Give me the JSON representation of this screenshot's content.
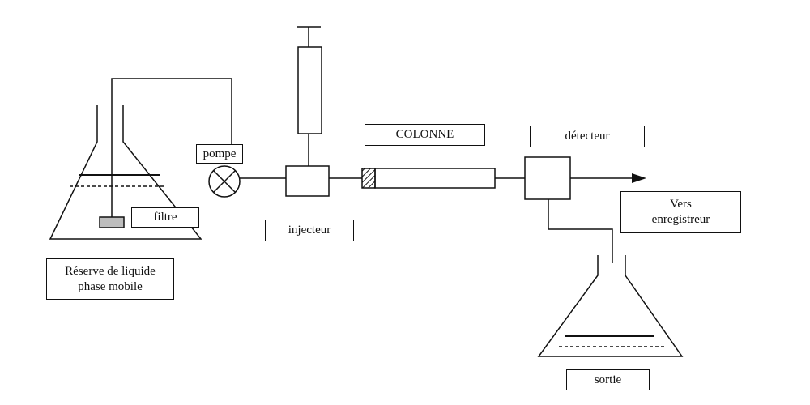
{
  "labels": {
    "pompe": "pompe",
    "filtre": "filtre",
    "reserve_line1": "Réserve de liquide",
    "reserve_line2": "phase mobile",
    "injecteur": "injecteur",
    "colonne": "COLONNE",
    "detecteur": "détecteur",
    "vers_line1": "Vers",
    "vers_line2": "enregistreur",
    "sortie": "sortie"
  },
  "colors": {
    "stroke": "#111111",
    "filter_fill": "#bdbdbd",
    "background": "#ffffff"
  }
}
